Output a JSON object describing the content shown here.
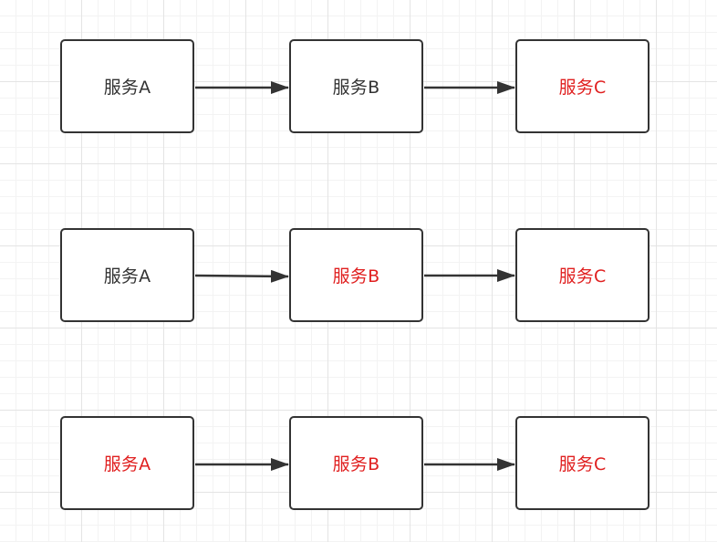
{
  "diagram": {
    "rows": [
      {
        "nodes": [
          {
            "label": "服务A",
            "state": "normal"
          },
          {
            "label": "服务B",
            "state": "normal"
          },
          {
            "label": "服务C",
            "state": "error"
          }
        ]
      },
      {
        "nodes": [
          {
            "label": "服务A",
            "state": "normal"
          },
          {
            "label": "服务B",
            "state": "error"
          },
          {
            "label": "服务C",
            "state": "error"
          }
        ]
      },
      {
        "nodes": [
          {
            "label": "服务A",
            "state": "error"
          },
          {
            "label": "服务B",
            "state": "error"
          },
          {
            "label": "服务C",
            "state": "error"
          }
        ]
      }
    ],
    "colors": {
      "normal_text": "#333333",
      "error_text": "#e02020",
      "stroke": "#333333"
    }
  }
}
